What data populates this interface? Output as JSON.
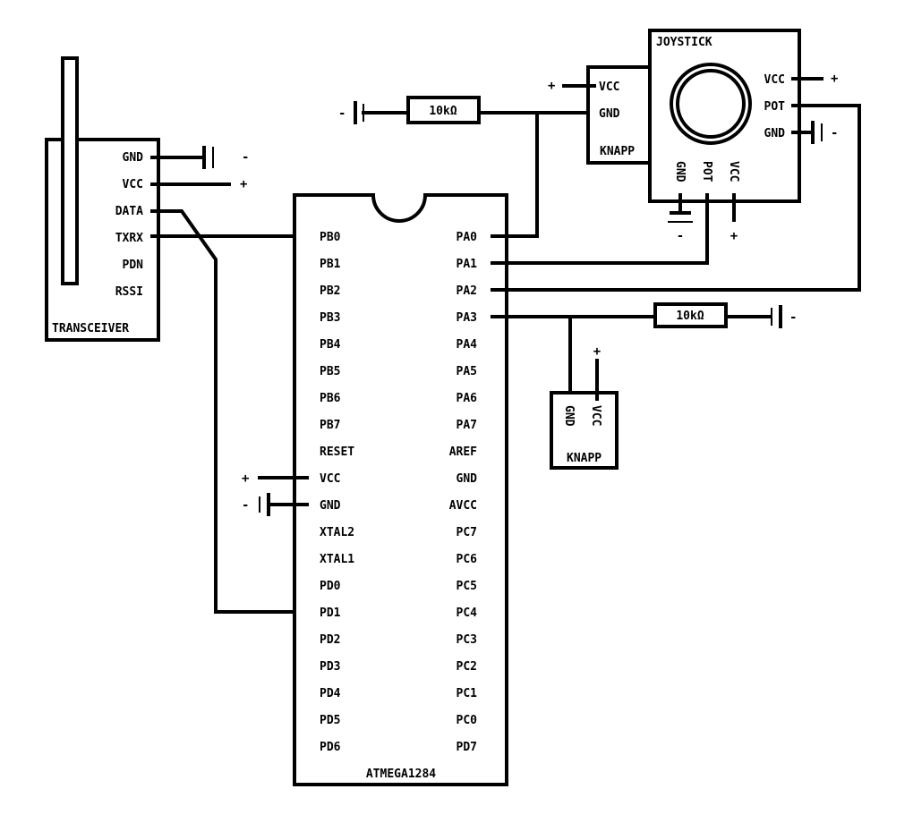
{
  "transceiver": {
    "title": "TRANSCEIVER",
    "pins": [
      "GND",
      "VCC",
      "DATA",
      "TXRX",
      "PDN",
      "RSSI"
    ],
    "gnd_sign": "-",
    "vcc_sign": "+"
  },
  "mcu": {
    "title": "ATMEGA1284",
    "left_pins": [
      "PB0",
      "PB1",
      "PB2",
      "PB3",
      "PB4",
      "PB5",
      "PB6",
      "PB7",
      "RESET",
      "VCC",
      "GND",
      "XTAL2",
      "XTAL1",
      "PD0",
      "PD1",
      "PD2",
      "PD3",
      "PD4",
      "PD5",
      "PD6"
    ],
    "right_pins": [
      "PA0",
      "PA1",
      "PA2",
      "PA3",
      "PA4",
      "PA5",
      "PA6",
      "PA7",
      "AREF",
      "GND",
      "AVCC",
      "PC7",
      "PC6",
      "PC5",
      "PC4",
      "PC3",
      "PC2",
      "PC1",
      "PC0",
      "PD7"
    ],
    "vcc_sign": "+",
    "gnd_sign": "-"
  },
  "joystick": {
    "title": "JOYSTICK",
    "right_pins": [
      "VCC",
      "POT",
      "GND"
    ],
    "bottom_pins": [
      "GND",
      "POT",
      "VCC"
    ],
    "vcc_sign": "+",
    "gnd_sign": "-",
    "bottom_gnd_sign": "-",
    "bottom_vcc_sign": "+"
  },
  "knapp_top": {
    "title": "KNAPP",
    "pins": [
      "VCC",
      "GND"
    ],
    "vcc_sign": "+"
  },
  "knapp_bottom": {
    "title": "KNAPP",
    "pins": [
      "GND",
      "VCC"
    ],
    "vcc_sign": "+"
  },
  "resistor_top": {
    "label": "10kΩ",
    "ground_sign": "-"
  },
  "resistor_bottom": {
    "label": "10kΩ",
    "ground_sign": "-"
  }
}
